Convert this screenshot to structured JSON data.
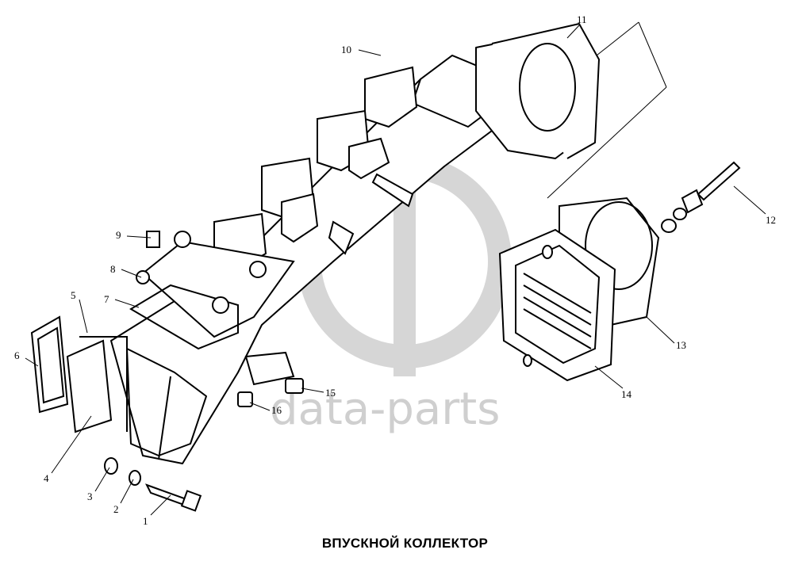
{
  "caption": "ВПУСКНОЙ КОЛЛЕКТОР",
  "watermark": {
    "text": "data-parts"
  },
  "callouts": [
    "1",
    "2",
    "3",
    "4",
    "5",
    "6",
    "7",
    "8",
    "9",
    "10",
    "11",
    "12",
    "13",
    "14",
    "15",
    "16"
  ],
  "colors": {
    "line": "#000000",
    "watermark": "#cfcfcf",
    "background": "#ffffff"
  }
}
